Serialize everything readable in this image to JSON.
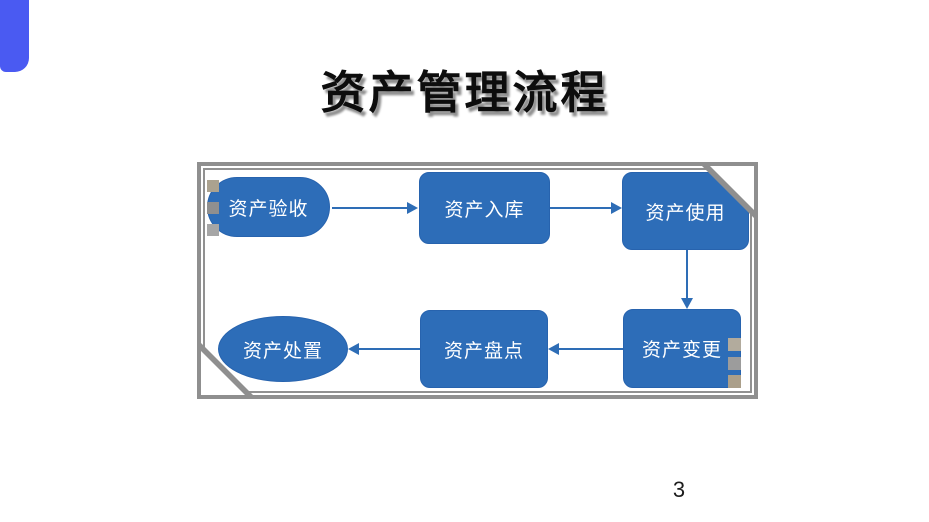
{
  "slide": {
    "title": "资产管理流程",
    "page_number": "3"
  },
  "diagram": {
    "type": "flowchart",
    "nodes": [
      {
        "label": "资产验收",
        "shape": "stadium"
      },
      {
        "label": "资产入库",
        "shape": "rounded-rect"
      },
      {
        "label": "资产使用",
        "shape": "rounded-rect"
      },
      {
        "label": "资产变更",
        "shape": "rounded-rect"
      },
      {
        "label": "资产盘点",
        "shape": "rounded-rect"
      },
      {
        "label": "资产处置",
        "shape": "ellipse"
      }
    ],
    "edges": [
      {
        "from": "资产验收",
        "to": "资产入库",
        "direction": "right"
      },
      {
        "from": "资产入库",
        "to": "资产使用",
        "direction": "right"
      },
      {
        "from": "资产使用",
        "to": "资产变更",
        "direction": "down"
      },
      {
        "from": "资产变更",
        "to": "资产盘点",
        "direction": "left"
      },
      {
        "from": "资产盘点",
        "to": "资产处置",
        "direction": "left"
      }
    ]
  },
  "colors": {
    "node_fill": "#2d6db8",
    "node_border": "#2763ae",
    "arrow": "#2e6db6",
    "frame_border": "#8f8f8f",
    "accent_tab": "#4a5af2",
    "title_text": "#0d0d0d",
    "node_text": "#ffffff",
    "background": "#ffffff"
  }
}
